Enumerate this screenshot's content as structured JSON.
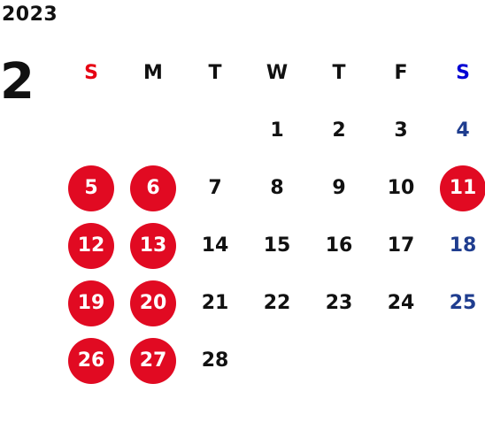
{
  "calendar": {
    "year": "2023",
    "month": "2",
    "weekdays": [
      {
        "label": "S",
        "color": "#e60012"
      },
      {
        "label": "M",
        "color": "#111111"
      },
      {
        "label": "T",
        "color": "#111111"
      },
      {
        "label": "W",
        "color": "#111111"
      },
      {
        "label": "T",
        "color": "#111111"
      },
      {
        "label": "F",
        "color": "#111111"
      },
      {
        "label": "S",
        "color": "#0000d4"
      }
    ],
    "weeks": [
      [
        null,
        null,
        null,
        {
          "day": "1"
        },
        {
          "day": "2"
        },
        {
          "day": "3"
        },
        {
          "day": "4",
          "style": "sat"
        }
      ],
      [
        {
          "day": "5",
          "style": "holiday"
        },
        {
          "day": "6",
          "style": "holiday"
        },
        {
          "day": "7"
        },
        {
          "day": "8"
        },
        {
          "day": "9"
        },
        {
          "day": "10"
        },
        {
          "day": "11",
          "style": "holiday"
        }
      ],
      [
        {
          "day": "12",
          "style": "holiday"
        },
        {
          "day": "13",
          "style": "holiday"
        },
        {
          "day": "14"
        },
        {
          "day": "15"
        },
        {
          "day": "16"
        },
        {
          "day": "17"
        },
        {
          "day": "18",
          "style": "sat"
        }
      ],
      [
        {
          "day": "19",
          "style": "holiday"
        },
        {
          "day": "20",
          "style": "holiday"
        },
        {
          "day": "21"
        },
        {
          "day": "22"
        },
        {
          "day": "23"
        },
        {
          "day": "24"
        },
        {
          "day": "25",
          "style": "sat"
        }
      ],
      [
        {
          "day": "26",
          "style": "holiday"
        },
        {
          "day": "27",
          "style": "holiday"
        },
        {
          "day": "28"
        },
        null,
        null,
        null,
        null
      ]
    ],
    "colors": {
      "holiday_fill": "#e10a22",
      "saturday_text": "#1f3d8f",
      "sunday_header": "#e60012",
      "saturday_header": "#0000d4"
    }
  }
}
